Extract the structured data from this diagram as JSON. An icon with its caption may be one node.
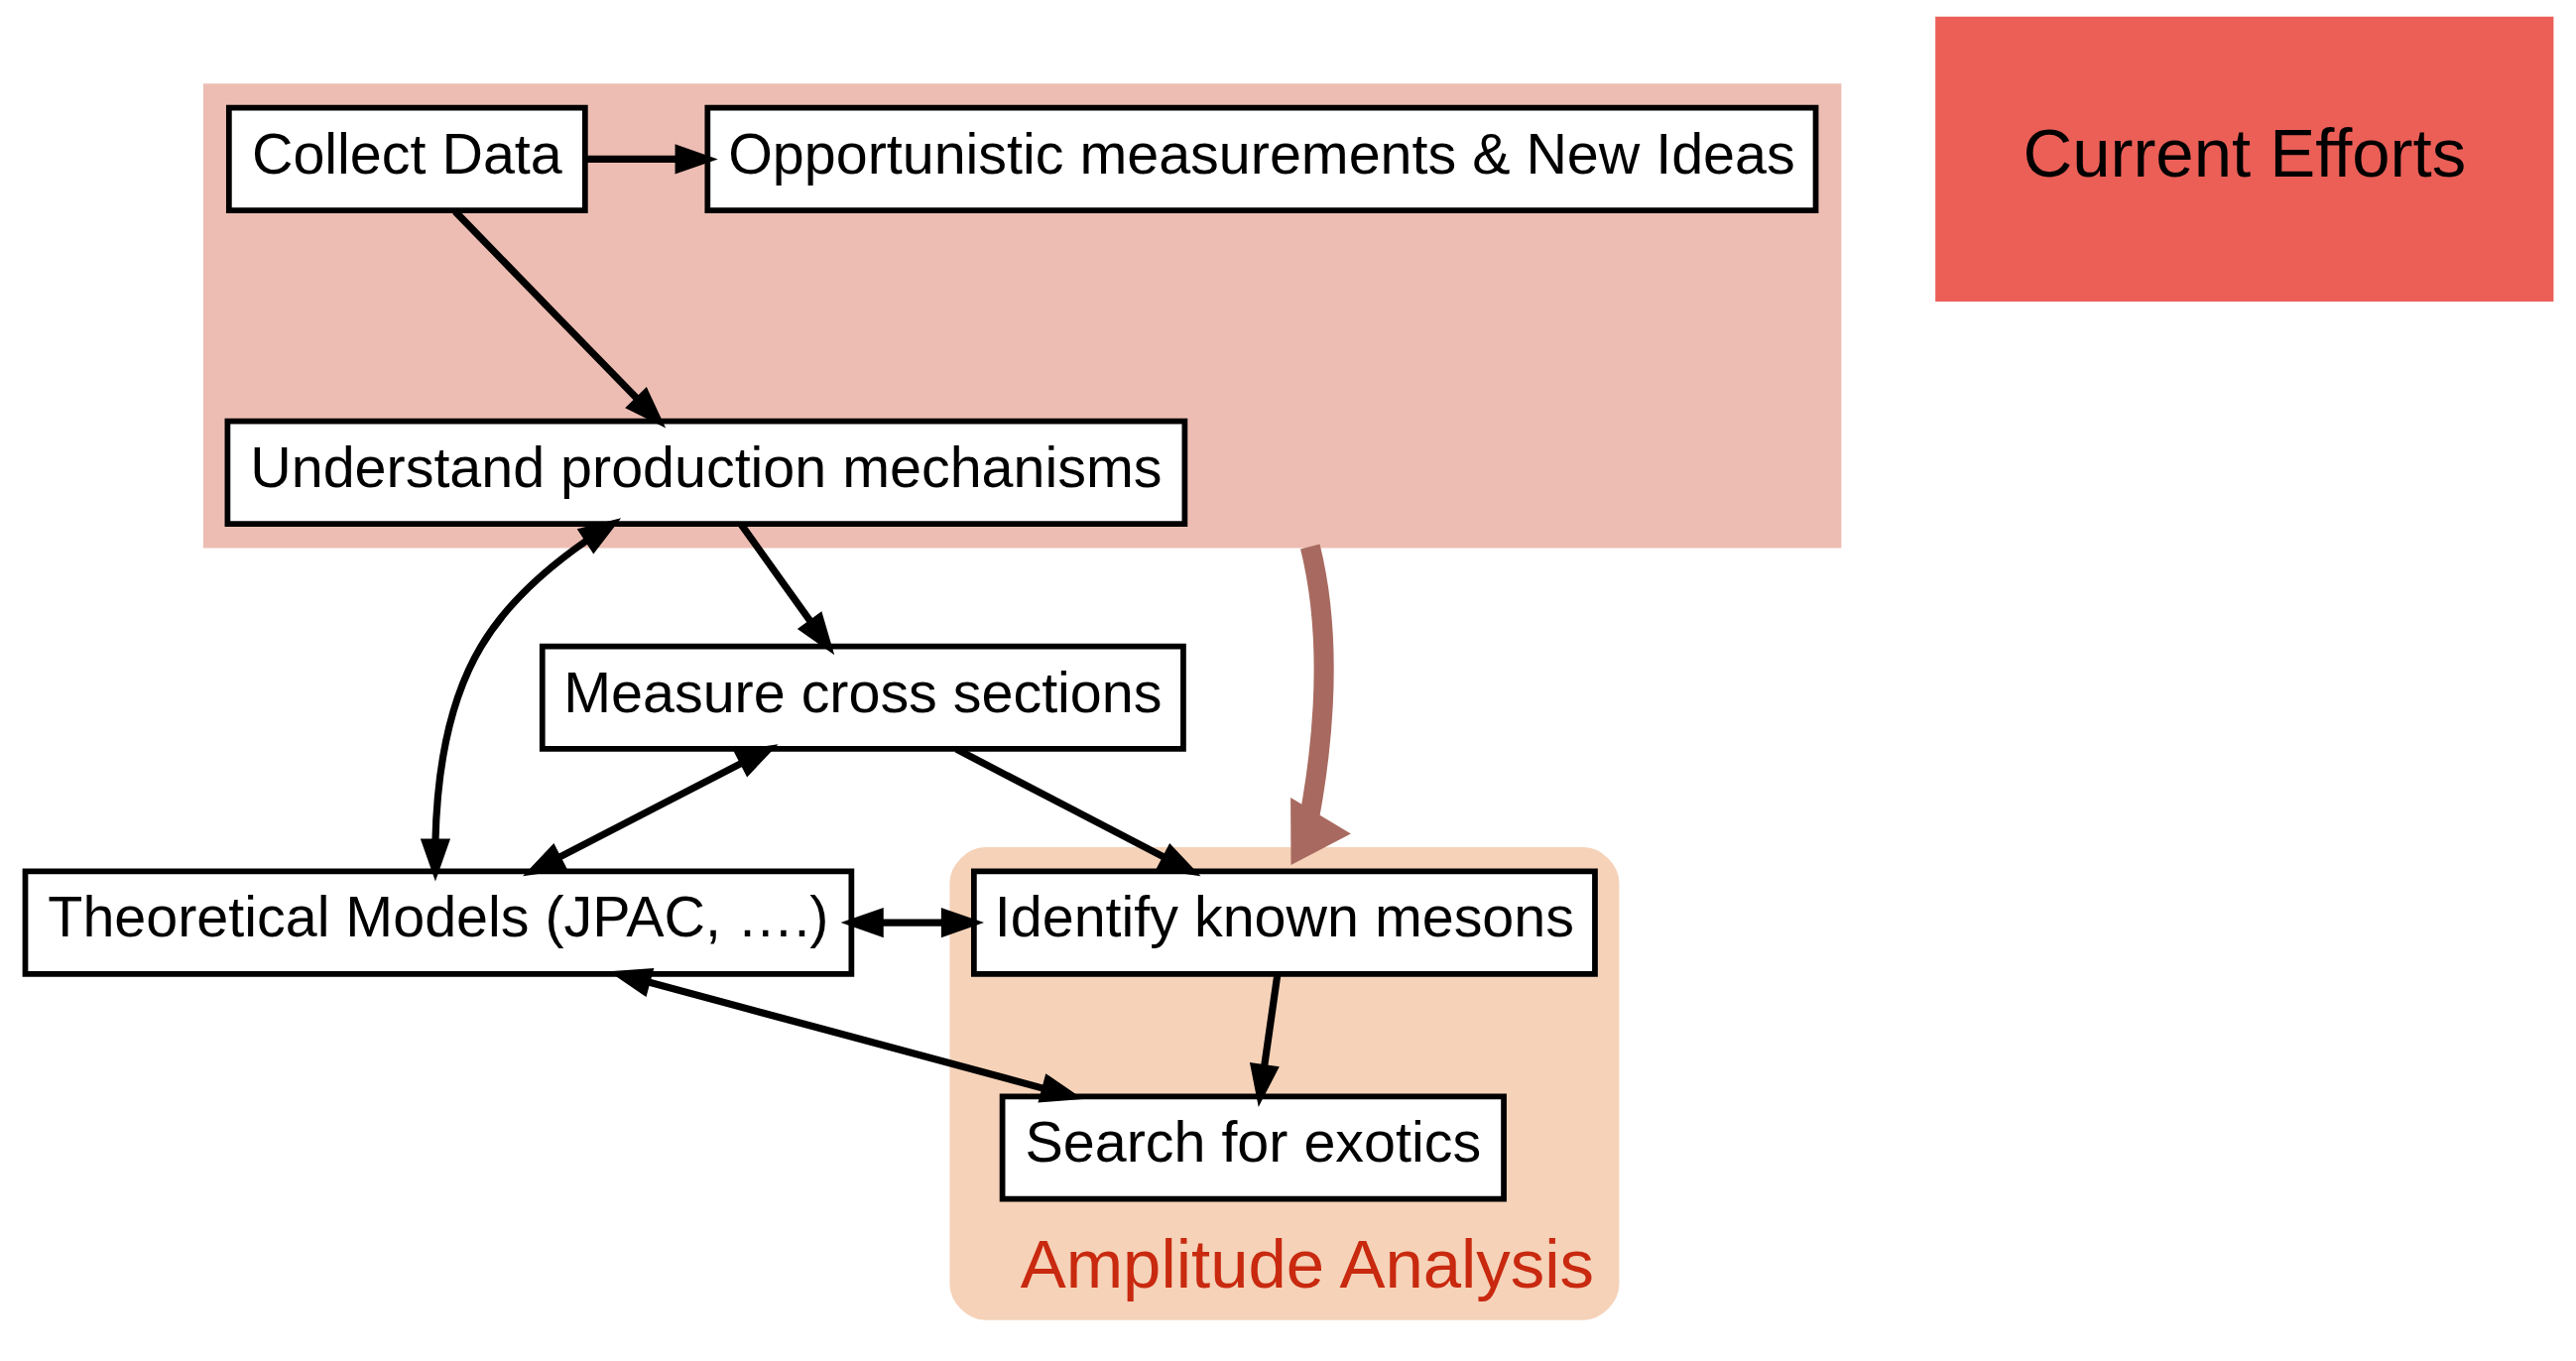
{
  "diagram": {
    "nodes": [
      {
        "text": [],
        "shape": "box"
      },
      {
        "text": [
          "Collect Data"
        ],
        "in": 0
      },
      {
        "text": [
          "Opportunistic measurements & New Ideas"
        ],
        "in": 0
      },
      {
        "text": [
          "Understand production mechanisms"
        ],
        "in": 0
      },
      {
        "text": [
          "Measure cross sections"
        ]
      },
      {
        "text": [
          "Theoretical Models (JPAC, ….)"
        ]
      },
      {
        "text": [
          "Current Efforts"
        ]
      },
      {
        "text": [
          "Amplitude Analysis"
        ]
      },
      {
        "text": [
          "Identify known mesons"
        ],
        "in": 7
      },
      {
        "text": [
          "Search for exotics"
        ],
        "in": 7
      }
    ],
    "edges": [
      {
        "from": 1,
        "to": 2,
        "arrow": "to"
      },
      {
        "from": 1,
        "to": 3,
        "arrow": "to"
      },
      {
        "from": 3,
        "to": 4,
        "arrow": "to"
      },
      {
        "from": 3,
        "to": 5,
        "arrow": "both"
      },
      {
        "from": 4,
        "to": 8,
        "arrow": "to"
      },
      {
        "from": 4,
        "to": 5,
        "arrow": "both"
      },
      {
        "from": 8,
        "to": 5,
        "arrow": "both"
      },
      {
        "from": 8,
        "to": 9,
        "arrow": "to"
      },
      {
        "from": 5,
        "to": 9,
        "arrow": "both"
      },
      {
        "from": 0,
        "to": 7,
        "arrow": "to",
        "style": "thick",
        "color": "#a86a60"
      }
    ]
  }
}
